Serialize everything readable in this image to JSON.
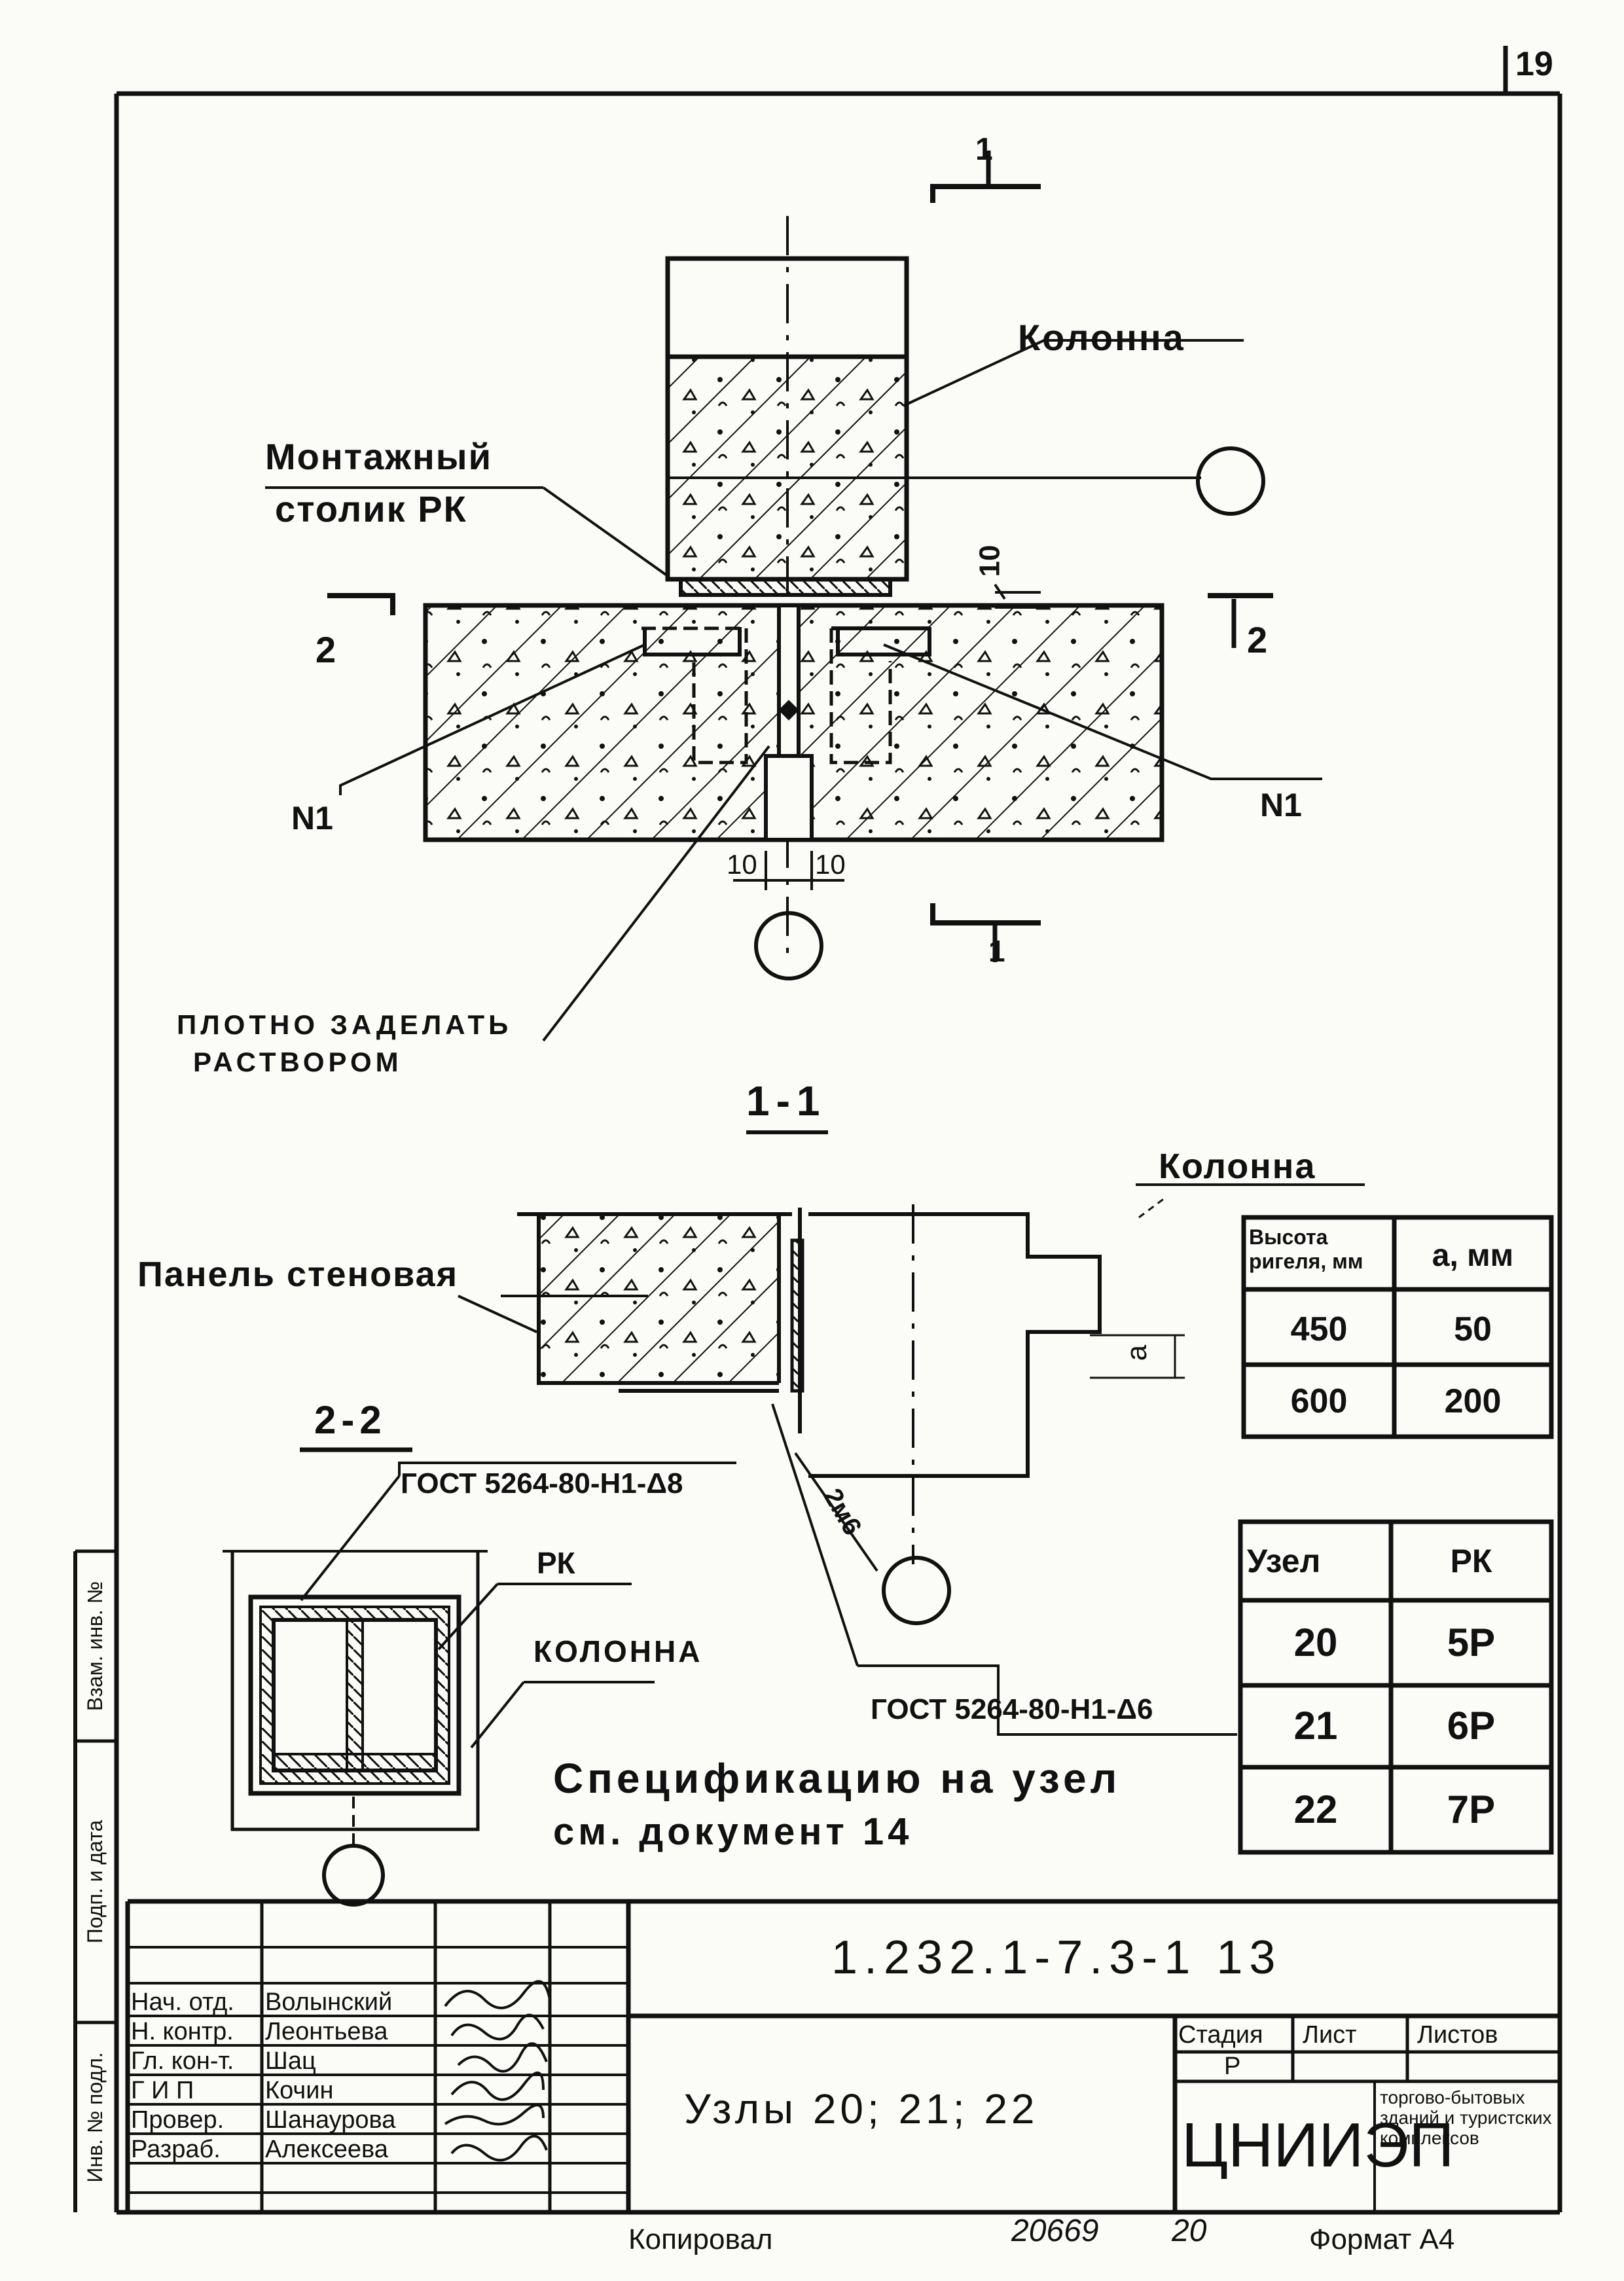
{
  "drawing": {
    "section_mark_1": "1",
    "section_mark_2": "2",
    "column_label": "Колонна",
    "mounting_label_line1": "Монтажный",
    "mounting_label_line2": "столик РК",
    "dim_10_top": "10",
    "dim_10_left": "10",
    "dim_10_right": "10",
    "n1_left": "N1",
    "n1_right": "N1",
    "grout_line1": "ПЛОТНО ЗАДЕЛАТЬ",
    "grout_line2": "РАСТВОРОМ",
    "section_1_1": "1-1",
    "column_label_2": "Колонна",
    "wall_panel_label": "Панель стеновая",
    "dim_a": "a",
    "section_2_2": "2-2",
    "weld_label_1": "ГОСТ 5264-80-Н1-Δ8",
    "weld_label_2": "ГОСТ 5264-80-Н1-Δ6",
    "rk_label": "РК",
    "kolonna_label_3": "КОЛОННА",
    "spec_note_line1": "Спецификацию на узел",
    "spec_note_line2": "см. документ 14",
    "weld_mark": "2м6"
  },
  "table_a": {
    "header_left": "Высота ригеля, мм",
    "header_right": "a, мм",
    "rows": [
      {
        "h": "450",
        "a": "50"
      },
      {
        "h": "600",
        "a": "200"
      }
    ]
  },
  "table_node": {
    "header_left": "Узел",
    "header_right": "РК",
    "rows": [
      {
        "node": "20",
        "rk": "5Р"
      },
      {
        "node": "21",
        "rk": "6Р"
      },
      {
        "node": "22",
        "rk": "7Р"
      }
    ]
  },
  "title_block": {
    "doc_code": "1.232.1-7.3-1  13",
    "sheet_title": "Узлы 20; 21; 22",
    "stage_label": "Стадия",
    "sheet_label": "Лист",
    "sheets_label": "Листов",
    "stage_value": "Р",
    "org": "ЦНИИЭП",
    "org_desc": "торгово-бытовых зданий и туристских комплексов",
    "roles": [
      {
        "role": "Нач. отд.",
        "name": "Волынский"
      },
      {
        "role": "Н. контр.",
        "name": "Леонтьева"
      },
      {
        "role": "Гл. кон-т.",
        "name": "Шац"
      },
      {
        "role": "Г И П",
        "name": "Кочин"
      },
      {
        "role": "Провер.",
        "name": "Шанаурова"
      },
      {
        "role": "Разраб.",
        "name": "Алексеева"
      }
    ],
    "copy_label": "Копировал",
    "copy_number": "20669",
    "page_number": "20",
    "format_label": "Формат А4",
    "corner_mark": "19"
  },
  "left_margin": {
    "label_1": "Взам. инв. №",
    "label_2": "Подп. и дата",
    "label_3": "Инв. № подл."
  }
}
